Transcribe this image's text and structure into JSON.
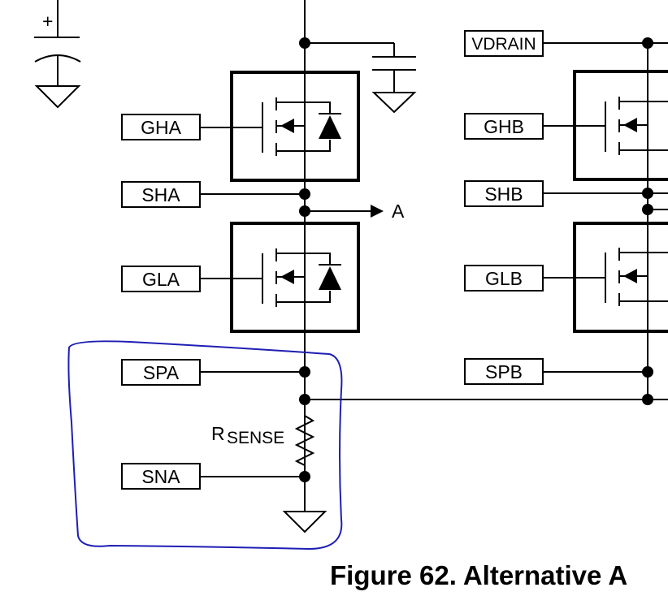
{
  "pins": {
    "gha": "GHA",
    "sha": "SHA",
    "gla": "GLA",
    "spa": "SPA",
    "sna": "SNA",
    "vdrain": "VDRAIN",
    "ghb": "GHB",
    "shb": "SHB",
    "glb": "GLB",
    "spb": "SPB"
  },
  "output_label": "A",
  "battery_plus": "+",
  "rsense": {
    "main": "R",
    "sub": "SENSE"
  },
  "caption": "Figure 62.  Alternative A",
  "colors": {
    "ink": "#000000",
    "annotation": "#1e1eb4",
    "background": "#ffffff"
  }
}
